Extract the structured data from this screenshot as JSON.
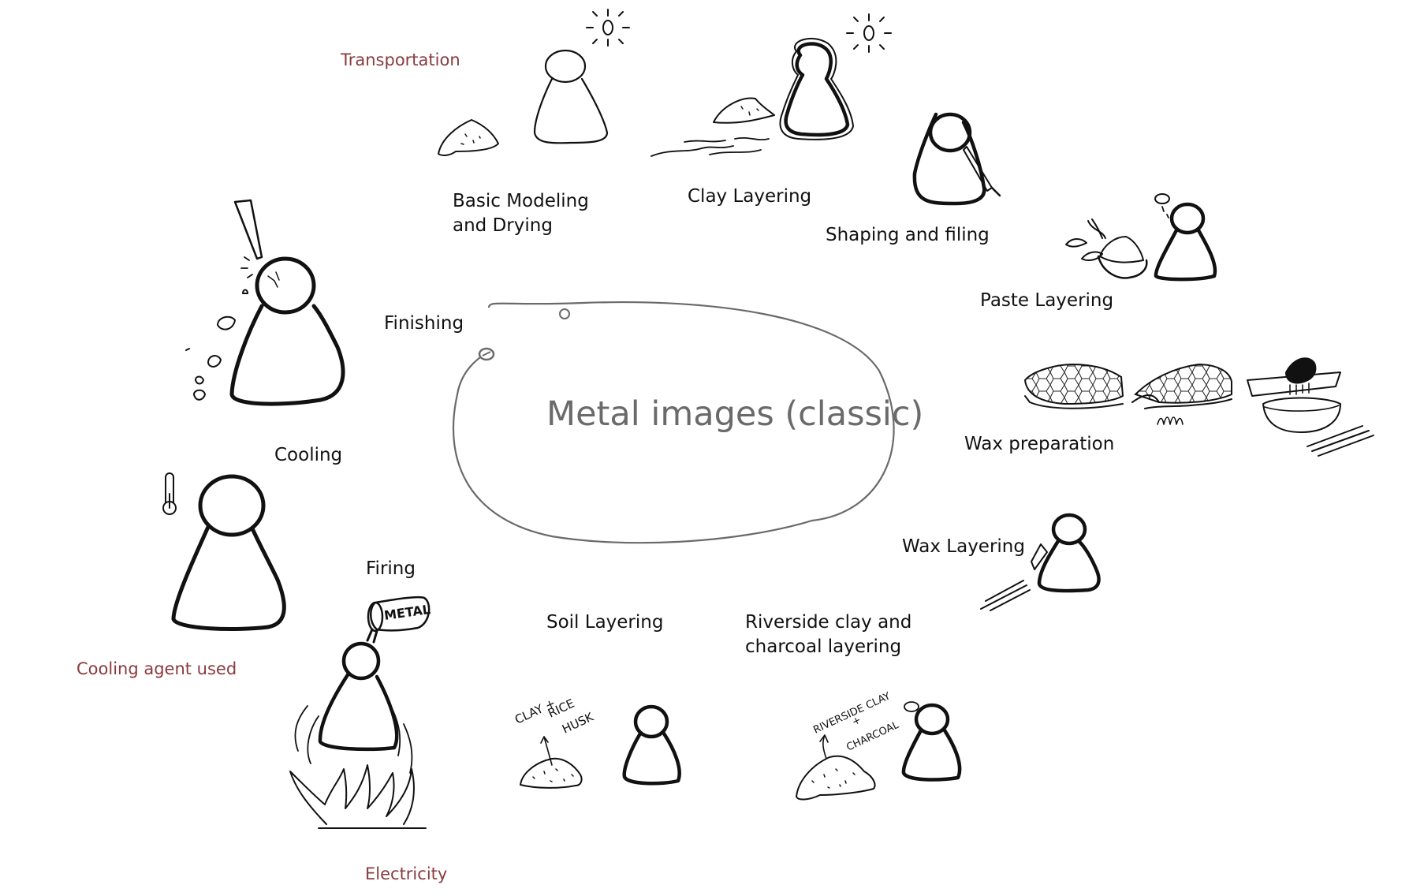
{
  "diagram": {
    "title": "Metal images (classic)",
    "steps": [
      {
        "id": "basic-modeling",
        "label": "Basic Modeling\nand Drying"
      },
      {
        "id": "clay-layering",
        "label": "Clay Layering"
      },
      {
        "id": "shaping-filing",
        "label": "Shaping and filing"
      },
      {
        "id": "paste-layering",
        "label": "Paste Layering"
      },
      {
        "id": "wax-preparation",
        "label": "Wax preparation"
      },
      {
        "id": "wax-layering",
        "label": "Wax Layering"
      },
      {
        "id": "riverside-clay",
        "label": "Riverside clay and\ncharcoal layering"
      },
      {
        "id": "soil-layering",
        "label": "Soil Layering"
      },
      {
        "id": "firing",
        "label": "Firing"
      },
      {
        "id": "cooling",
        "label": "Cooling"
      },
      {
        "id": "finishing",
        "label": "Finishing"
      }
    ],
    "notes": {
      "transportation": "Transportation",
      "cooling_agent": "Cooling agent used",
      "electricity": "Electricity"
    },
    "sketch_text": {
      "metal_bucket": "METAL",
      "soil_mix": [
        "CLAY +",
        "RICE",
        "HUSK"
      ],
      "riverside_mix": [
        "RIVERSIDE CLAY",
        "+",
        "CHARCOAL"
      ]
    },
    "note_color": "#8a3a3e",
    "cycle_stroke_color": "#6a6a6a"
  }
}
